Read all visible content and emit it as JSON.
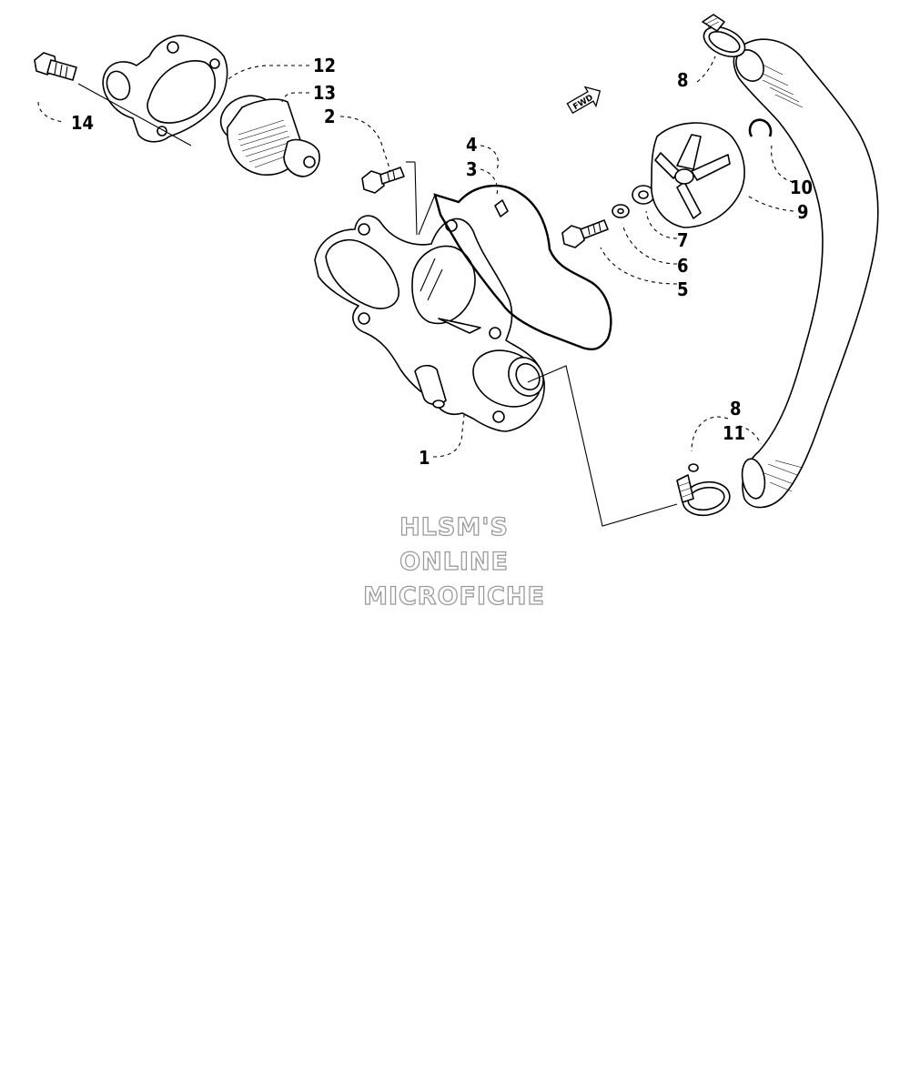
{
  "diagram": {
    "callouts": {
      "c1": "1",
      "c2": "2",
      "c3": "3",
      "c4": "4",
      "c5": "5",
      "c6": "6",
      "c7": "7",
      "c8a": "8",
      "c8b": "8",
      "c9": "9",
      "c10": "10",
      "c11": "11",
      "c12": "12",
      "c13": "13",
      "c14": "14"
    },
    "direction_marker": "FWD",
    "watermark": {
      "line1": "HLSM'S",
      "line2": "ONLINE",
      "line3": "MICROFICHE"
    }
  }
}
